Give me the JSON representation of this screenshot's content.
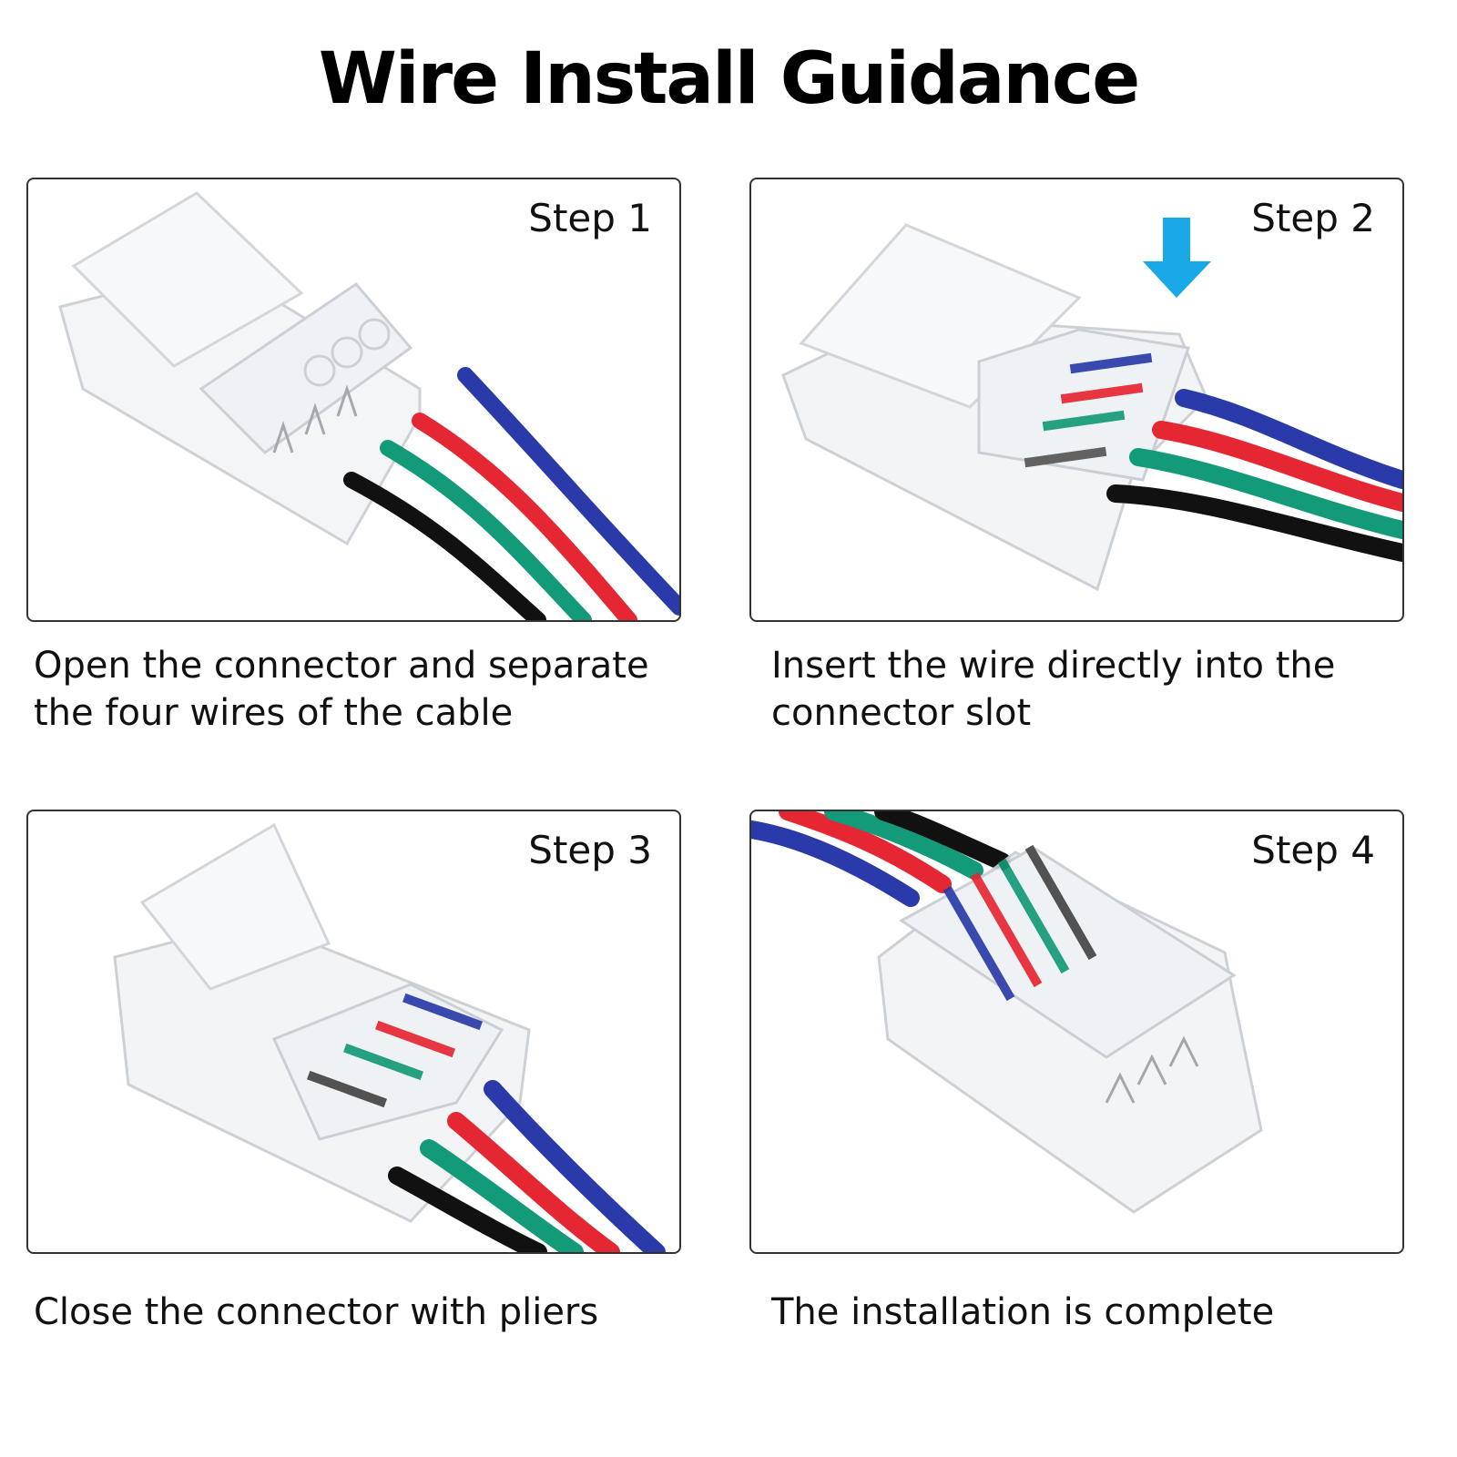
{
  "title": "Wire Install Guidance",
  "steps": [
    {
      "label": "Step 1",
      "caption": "Open the connector and separate the four wires of the cable"
    },
    {
      "label": "Step 2",
      "caption": "Insert the wire directly into the connector slot"
    },
    {
      "label": "Step 3",
      "caption": "Close the connector with pliers"
    },
    {
      "label": "Step 4",
      "caption": "The installation is complete"
    }
  ],
  "colors": {
    "wire_blue": "#2a3aa8",
    "wire_red": "#e52633",
    "wire_green": "#139a78",
    "wire_black": "#111111",
    "arrow": "#1aa9e8",
    "panel_border": "#333333"
  }
}
